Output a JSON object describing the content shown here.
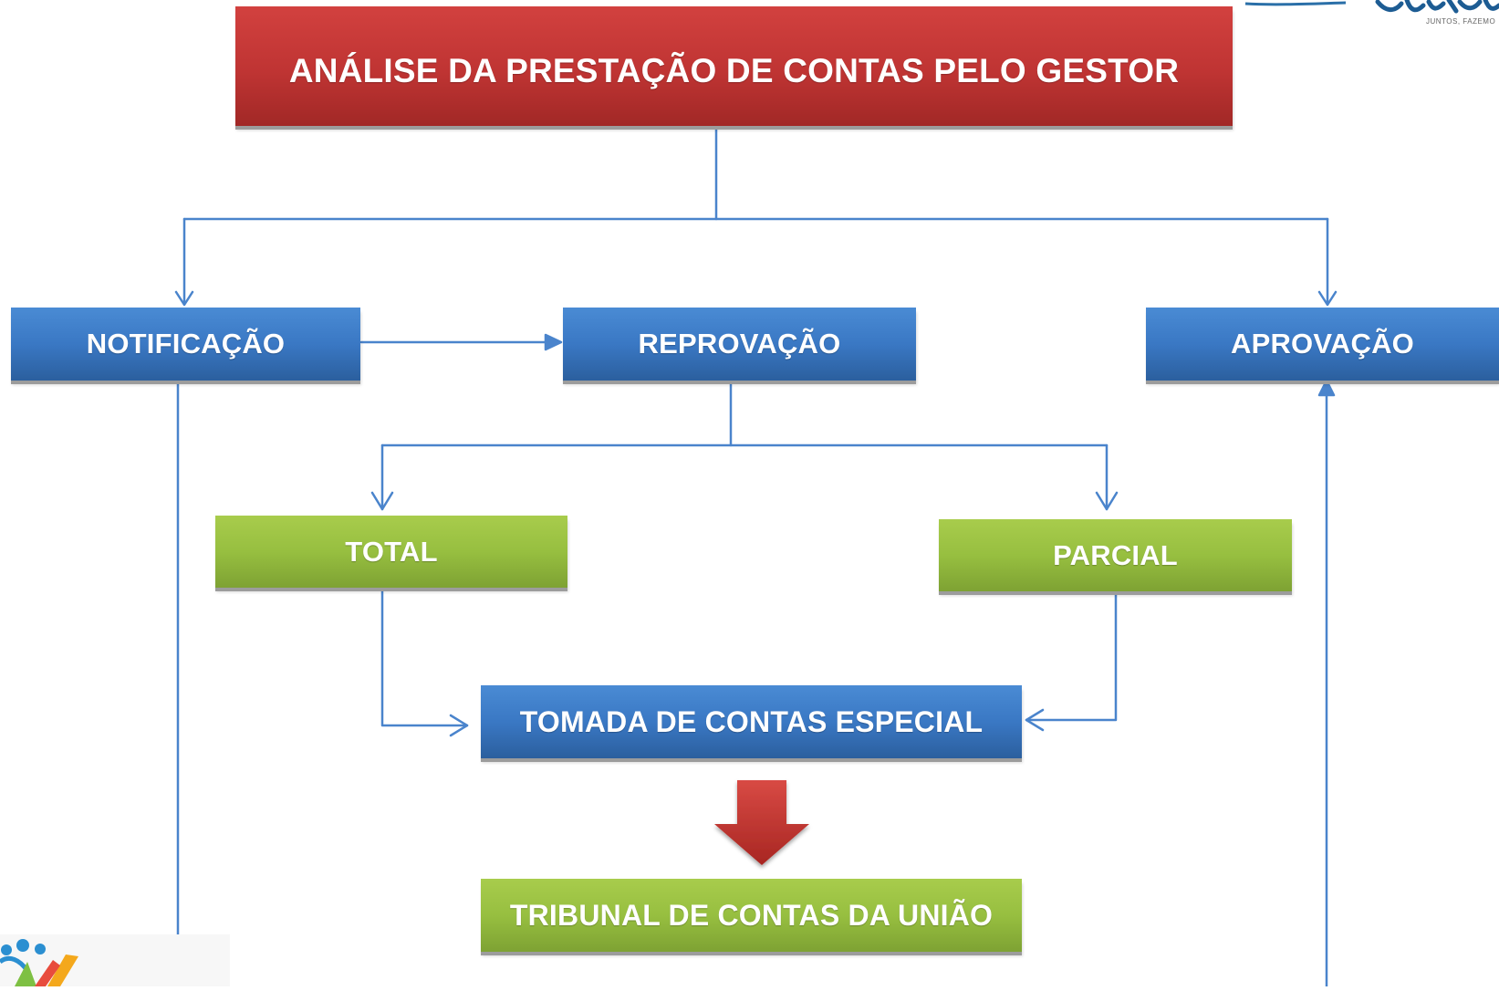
{
  "diagram": {
    "title": "ANÁLISE DA PRESTAÇÃO DE CONTAS PELO GESTOR",
    "nodes": {
      "notificacao": "NOTIFICAÇÃO",
      "reprovacao": "REPROVAÇÃO",
      "aprovacao": "APROVAÇÃO",
      "total": "TOTAL",
      "parcial": "PARCIAL",
      "tomada": "TOMADA DE CONTAS ESPECIAL",
      "tribunal": "TRIBUNAL DE CONTAS DA UNIÃO"
    },
    "edges": [
      {
        "from": "title",
        "to": "notificacao"
      },
      {
        "from": "title",
        "to": "aprovacao"
      },
      {
        "from": "notificacao",
        "to": "reprovacao"
      },
      {
        "from": "notificacao",
        "to": "aprovacao"
      },
      {
        "from": "reprovacao",
        "to": "total"
      },
      {
        "from": "reprovacao",
        "to": "parcial"
      },
      {
        "from": "total",
        "to": "tomada"
      },
      {
        "from": "parcial",
        "to": "tomada"
      },
      {
        "from": "tomada",
        "to": "tribunal"
      }
    ]
  },
  "logos": {
    "top_right_tagline": "JUNTOS, FAZEMO"
  },
  "colors": {
    "title": "#c0392f",
    "process": "#3b78c4",
    "outcome": "#98c042",
    "connector": "#4a84cc",
    "down_arrow": "#c8302c"
  }
}
